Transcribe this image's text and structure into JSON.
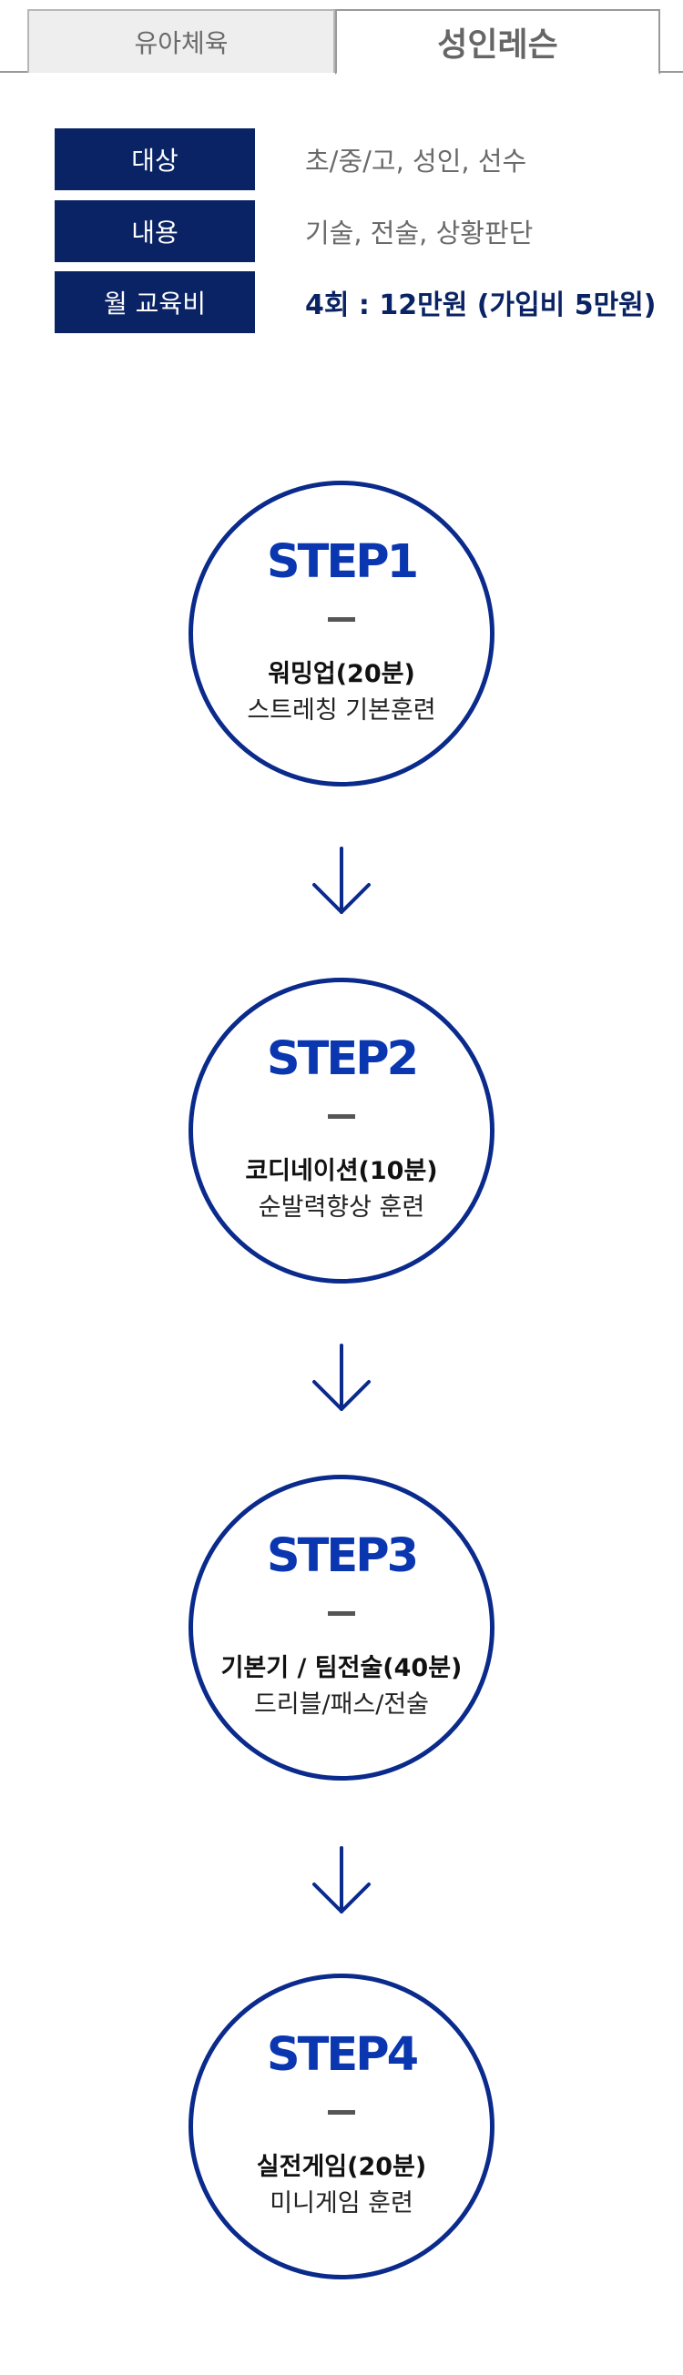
{
  "tabs": [
    {
      "label": "유아체육",
      "active": false
    },
    {
      "label": "성인레슨",
      "active": true
    }
  ],
  "info": {
    "rows": [
      {
        "label": "대상",
        "value": "초/중/고, 성인, 선수"
      },
      {
        "label": "내용",
        "value": "기술, 전술, 상황판단"
      },
      {
        "label": "월 교육비",
        "value": "4회 : 12만원 (가입비 5만원)"
      }
    ]
  },
  "steps": [
    {
      "title": "STEP1",
      "name": "워밍업(20분)",
      "desc": "스트레칭 기본훈련"
    },
    {
      "title": "STEP2",
      "name": "코디네이션(10분)",
      "desc": "순발력향상 훈련"
    },
    {
      "title": "STEP3",
      "name": "기본기 / 팀전술(40분)",
      "desc": "드리블/패스/전술"
    },
    {
      "title": "STEP4",
      "name": "실전게임(20분)",
      "desc": "미니게임 훈련"
    }
  ],
  "colors": {
    "navy": "#0a2364",
    "step_blue": "#0a36b0",
    "circle_border": "#0a2a8c",
    "arrow": "#0a2a8c"
  },
  "icons": {
    "arrow": "arrow-down-icon"
  }
}
